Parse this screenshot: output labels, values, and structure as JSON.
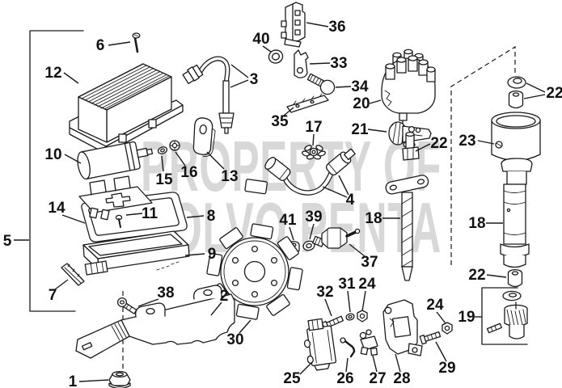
{
  "figure": {
    "type": "exploded-parts-diagram",
    "subject": "ignition-system"
  },
  "watermark": {
    "line_1": "PROPERTY OF",
    "line_2": "VOLVO PENTA"
  },
  "colors": {
    "background": "#ffffff",
    "ink": "#1a1a1a",
    "watermark": "#d8d8d8"
  },
  "callouts": {
    "1": "1",
    "2": "2",
    "3": "3",
    "4": "4",
    "5": "5",
    "6": "6",
    "7": "7",
    "8": "8",
    "9": "9",
    "10": "10",
    "11": "11",
    "12": "12",
    "13": "13",
    "14": "14",
    "15": "15",
    "16": "16",
    "17": "17",
    "18": "18",
    "19": "19",
    "20": "20",
    "21": "21",
    "22": "22",
    "23": "23",
    "24": "24",
    "25": "25",
    "26": "26",
    "27": "27",
    "28": "28",
    "29": "29",
    "30": "30",
    "31": "31",
    "32": "32",
    "33": "33",
    "34": "34",
    "35": "35",
    "36": "36",
    "37": "37",
    "38": "38",
    "39": "39",
    "40": "40",
    "41": "41"
  }
}
